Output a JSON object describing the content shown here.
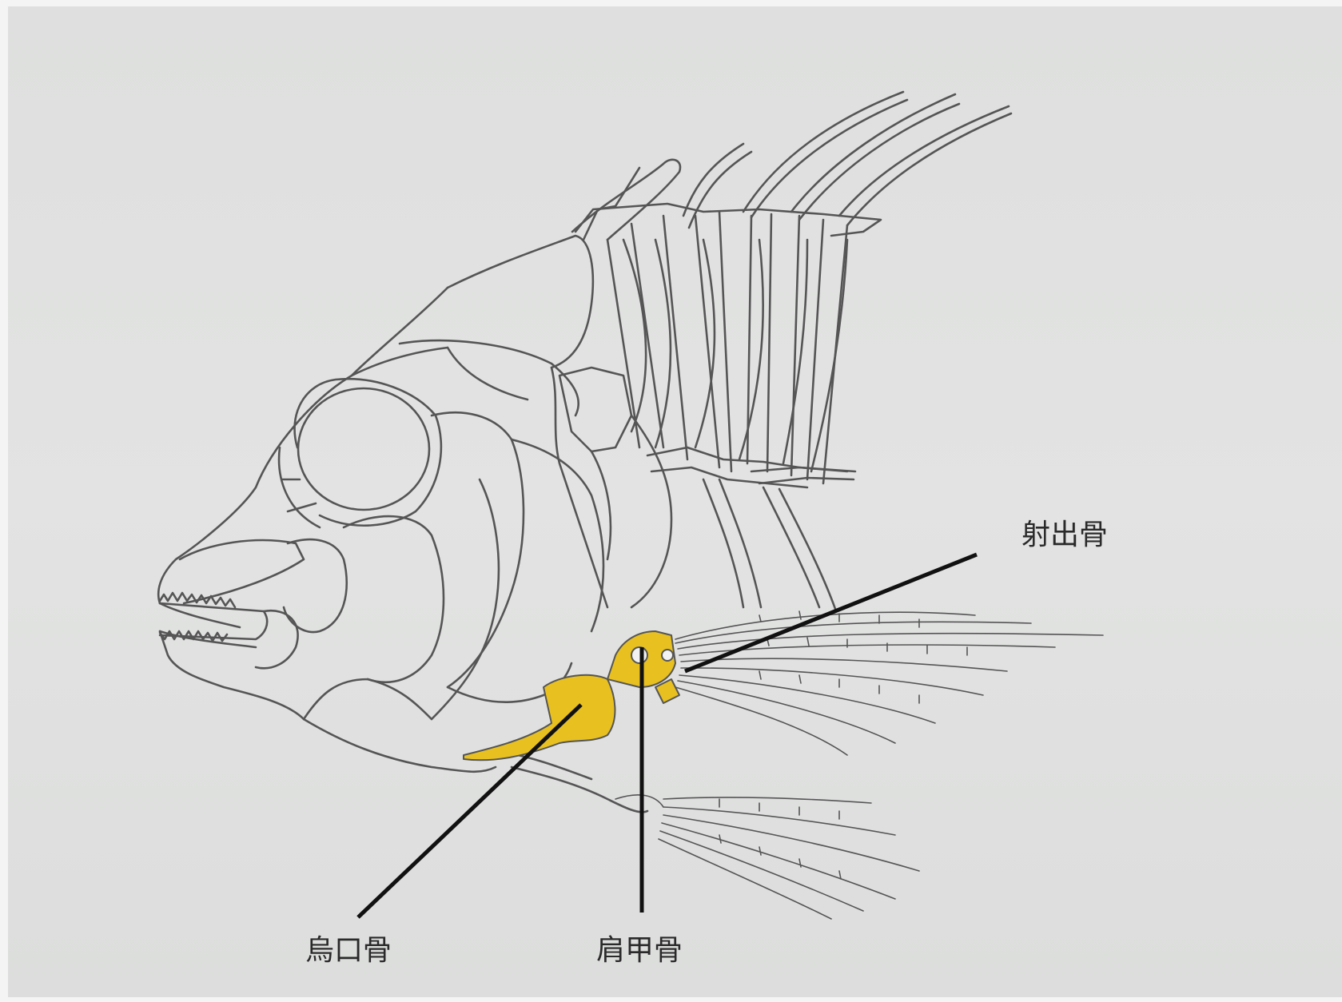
{
  "labels": {
    "radial": "射出骨",
    "coracoid": "烏口骨",
    "scapula": "肩甲骨"
  },
  "colors": {
    "paper": "#e0e1e0",
    "line": "#555555",
    "highlight": "#e8c020",
    "leader": "#111111"
  }
}
